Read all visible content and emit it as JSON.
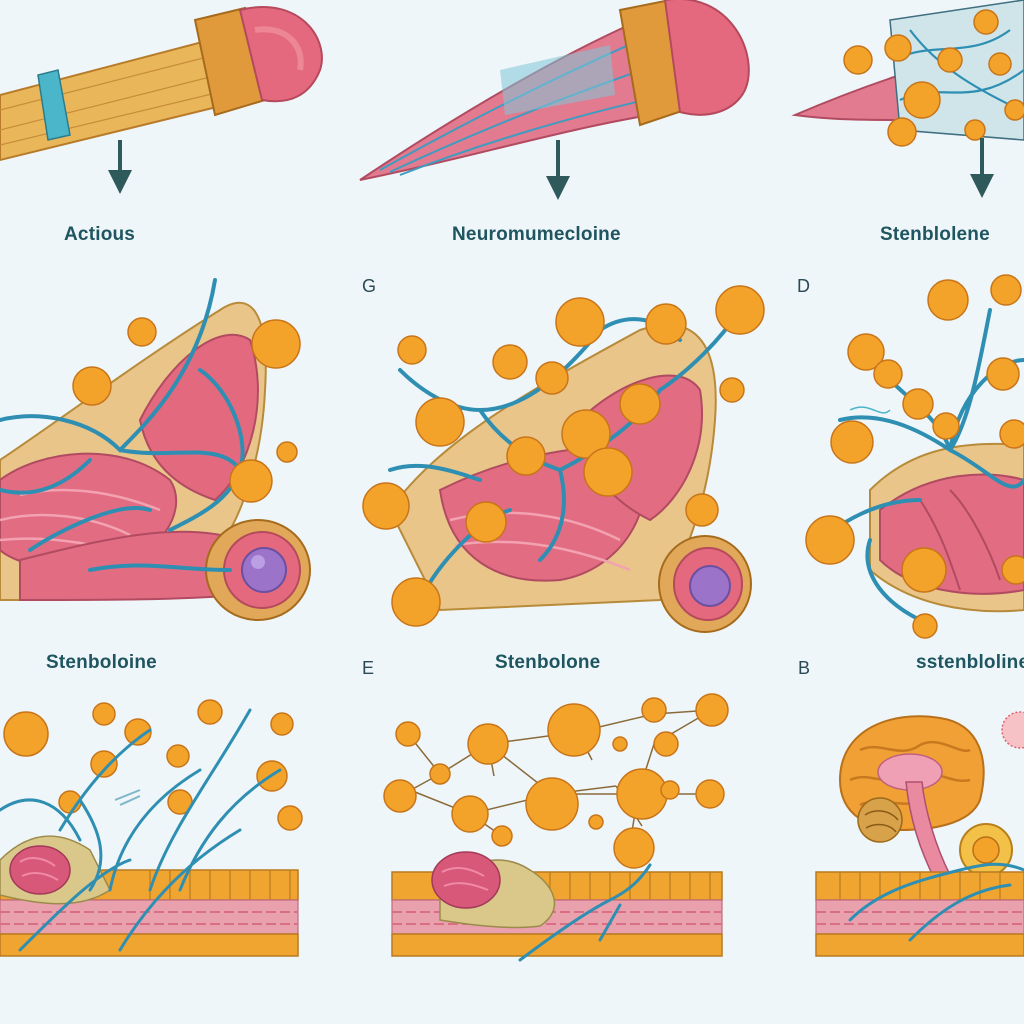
{
  "labels": {
    "row1": [
      "Actious",
      "Neuromumecloine",
      "Stenblolene"
    ],
    "row2": [
      "Stenboloine",
      "Stenbolone",
      "sstenbloline"
    ]
  },
  "letters": [
    "G",
    "D",
    "E",
    "B"
  ],
  "colors": {
    "background": "#eef6f9",
    "muscle": "#e0697f",
    "tendon": "#e9b75a",
    "nerve": "#2f8fb3",
    "vesicle": "#f3a32a",
    "arrow": "#2f5a5c",
    "nucleus": "#9b74c9"
  }
}
